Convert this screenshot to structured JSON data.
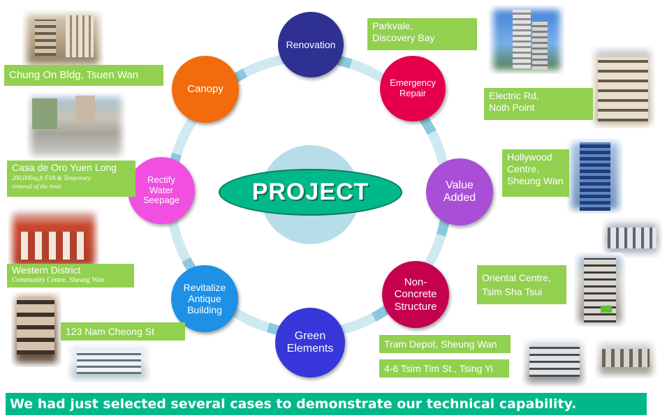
{
  "center": {
    "title": "PROJECT"
  },
  "nodes": {
    "renovation": "Renovation",
    "emergency_repair": [
      "Emergency",
      "Repair"
    ],
    "value_added": [
      "Value",
      "Added"
    ],
    "non_concrete": [
      "Non-",
      "Concrete",
      "Structure"
    ],
    "green_elements": [
      "Green",
      "Elements"
    ],
    "revitalize": [
      "Revitalize",
      "Antique",
      "Building"
    ],
    "rectify": [
      "Rectify",
      "Water",
      "Seepage"
    ],
    "canopy": "Canopy"
  },
  "labels": {
    "chung_on": "Chung On Bldg, Tsuen Wan",
    "parkvale": [
      "Parkvale,",
      "Discovery Bay"
    ],
    "electric_rd": [
      "Electric Rd,",
      "Noth Point"
    ],
    "hollywood": [
      "Hollywood",
      "Centre,",
      "Sheung Wan"
    ],
    "casa_de_oro": {
      "title": "Casa de Oro Yuen Long",
      "sub1": "200,000sq.ft EVA & Temporary",
      "sub2": "removal of the trees"
    },
    "western_district": {
      "title": "Western District",
      "sub": "Community Centre, Sheung Wan"
    },
    "oriental": [
      "Oriental Centre,",
      "Tsim Sha Tsui"
    ],
    "nam_cheong": "123 Nam Cheong St",
    "tram_depot": "Tram Depot, Sheung Wan",
    "tsim_tim": "4-6 Tsim Tim St., Tsing Yi"
  },
  "footer": "We had just selected several cases to demonstrate our technical capability.",
  "colors": {
    "renovation": "#2e3192",
    "emergency_repair": "#e6004c",
    "value_added": "#a94ed6",
    "non_concrete": "#c4004f",
    "green_elements": "#3636d9",
    "revitalize": "#1e90e6",
    "rectify": "#f04fe0",
    "canopy": "#f26c0e",
    "label_green": "#92d050",
    "footer_green": "#00b88a"
  },
  "photos": [
    "tower-block",
    "residential-building",
    "highrise-tower",
    "office-tower",
    "corridor",
    "road-eva",
    "historic-building",
    "shophouse",
    "school-building",
    "tram-depot",
    "depot-roof",
    "apartment-block"
  ]
}
